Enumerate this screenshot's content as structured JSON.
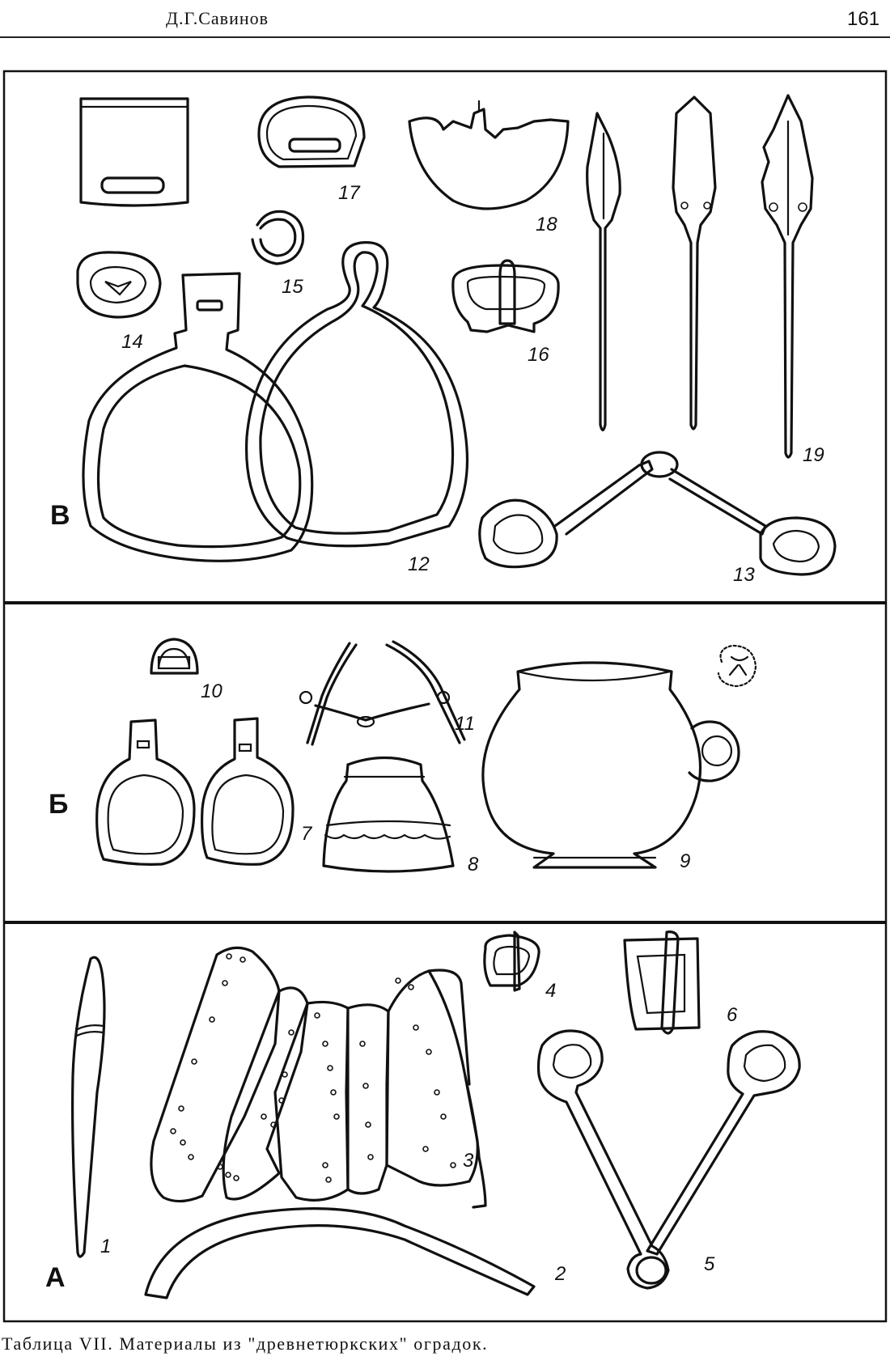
{
  "header": {
    "author": "Д.Г.Савинов",
    "page_number": "161"
  },
  "plate": {
    "sections": [
      {
        "letter": "В"
      },
      {
        "letter": "Б"
      },
      {
        "letter": "А"
      }
    ],
    "figure_labels": [
      "1",
      "2",
      "3",
      "4",
      "5",
      "6",
      "7",
      "8",
      "9",
      "10",
      "11",
      "12",
      "13",
      "14",
      "15",
      "16",
      "17",
      "18",
      "19"
    ]
  },
  "caption": "Таблица VII. Материалы из \"древнетюркских\" оградок."
}
